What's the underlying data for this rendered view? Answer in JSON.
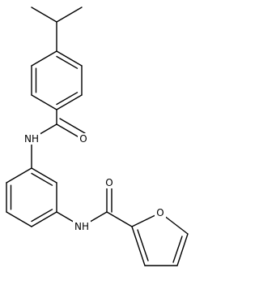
{
  "structure": {
    "atom_labels": {
      "amide_n_upper": "NH",
      "amide_o_upper": "O",
      "amide_n_lower": "NH",
      "amide_o_lower": "O",
      "furan_o": "O"
    },
    "colors": {
      "bond": "#000000",
      "label": "#000000",
      "background": "#ffffff"
    }
  }
}
